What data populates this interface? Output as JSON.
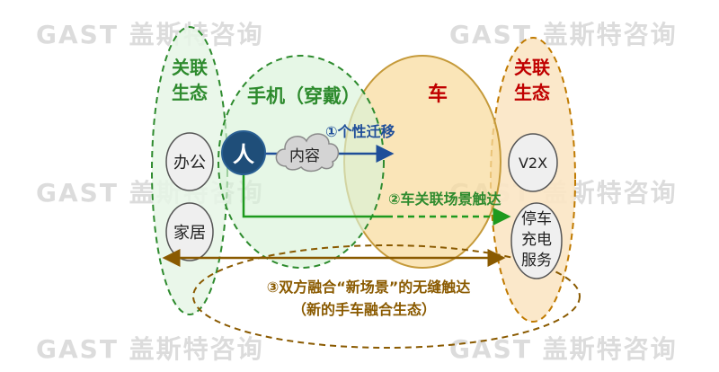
{
  "watermark": {
    "text": "GAST 盖斯特咨询"
  },
  "left_ecosystem": {
    "title_line1": "关联",
    "title_line2": "生态",
    "item1": "办公",
    "item2": "家居"
  },
  "phone": {
    "title": "手机（穿戴）"
  },
  "person": {
    "label": "人"
  },
  "cloud": {
    "label": "内容"
  },
  "car": {
    "title": "车"
  },
  "right_ecosystem": {
    "title_line1": "关联",
    "title_line2": "生态",
    "item1": "V2X",
    "service_line1": "停车",
    "service_line2": "充电",
    "service_line3": "服务"
  },
  "flows": {
    "personal_migration": "①个性迁移",
    "car_scene_reach": "②车关联场景触达",
    "fusion_line1": "③双方融合“新场景”的无缝触达",
    "fusion_line2": "（新的手车融合生态）"
  },
  "colors": {
    "green": "#2e8b2e",
    "red": "#c00000",
    "blue": "#1f4e99",
    "brown": "#8a5a00",
    "orange_fill": "#f8dca0"
  }
}
